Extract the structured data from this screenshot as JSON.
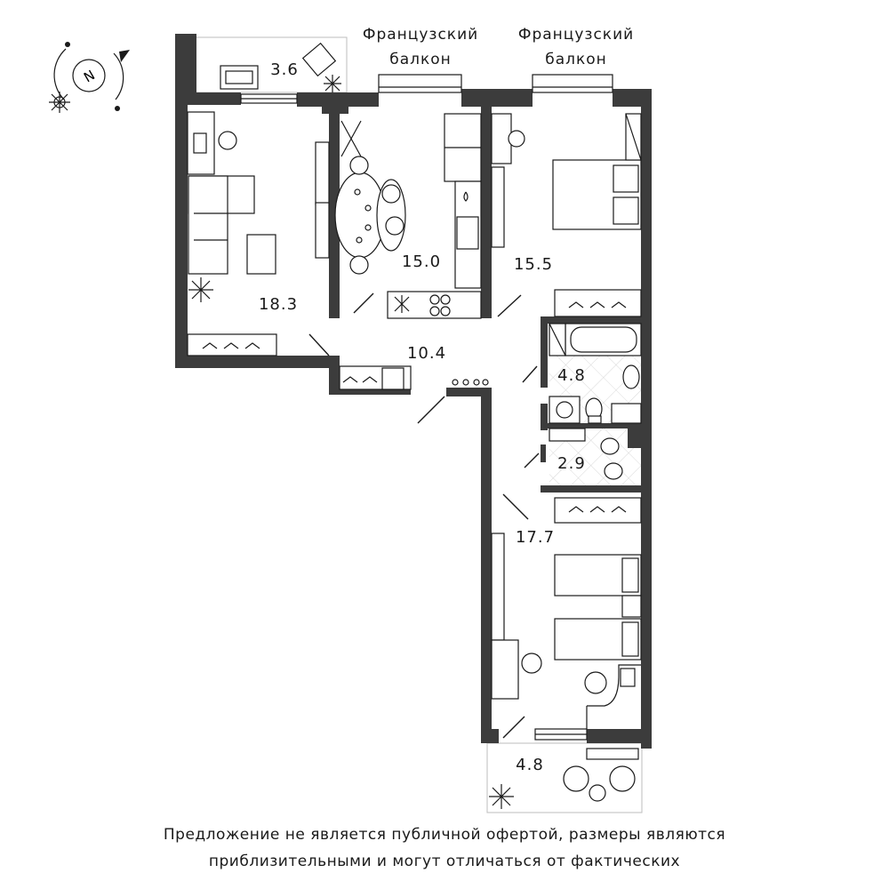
{
  "plan": {
    "compass_letter": "N",
    "balcony_labels": [
      {
        "line1": "Французский",
        "line2": "балкон"
      },
      {
        "line1": "Французский",
        "line2": "балкон"
      }
    ],
    "rooms": {
      "balcony_top": "3.6",
      "living_room": "18.3",
      "kitchen": "15.0",
      "bedroom_1": "15.5",
      "hallway": "10.4",
      "bathroom": "4.8",
      "toilet": "2.9",
      "bedroom_2": "17.7",
      "balcony_bottom": "4.8"
    }
  },
  "disclaimer": {
    "line1": "Предложение не является публичной офертой, размеры являются",
    "line2": "приблизительными и могут отличаться от фактических"
  }
}
